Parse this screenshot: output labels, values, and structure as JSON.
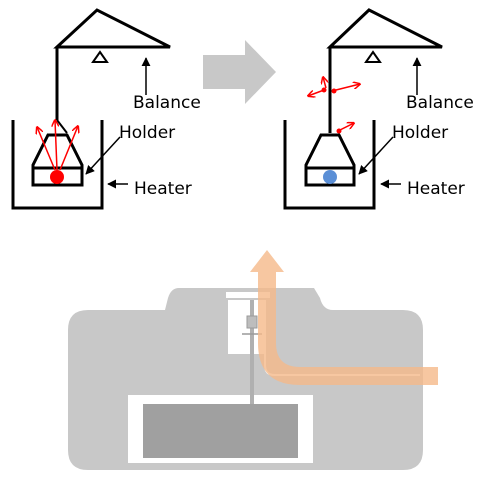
{
  "panels": [
    {
      "id": "left",
      "labels": {
        "balance": "Balance",
        "holder": "Holder",
        "heater": "Heater"
      },
      "sample_color": "#ff0000",
      "arrow_color": "#ff0000"
    },
    {
      "id": "right",
      "labels": {
        "balance": "Balance",
        "holder": "Holder",
        "heater": "Heater"
      },
      "sample_color": "#5b8fd6",
      "arrow_color": "#ff0000"
    }
  ],
  "transition_arrow_color": "#c8c8c8",
  "apparatus": {
    "body_color": "#c8c8c8",
    "chamber_color": "#a0a0a0",
    "flow_arrow_color": "#f5b98a"
  }
}
